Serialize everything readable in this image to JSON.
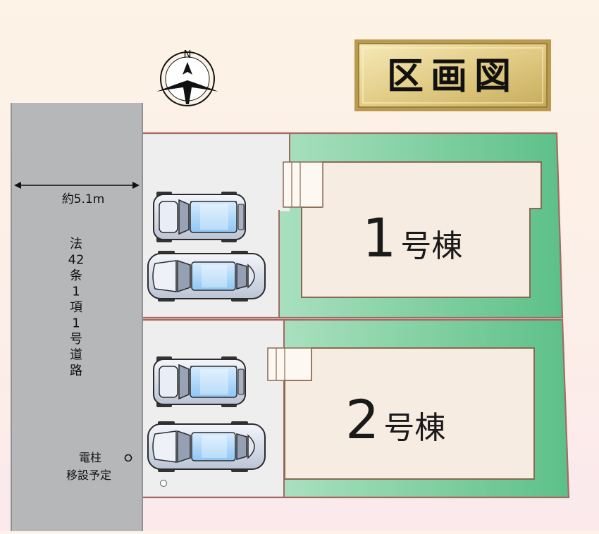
{
  "title": "区画図",
  "compass": {
    "north_label": "N"
  },
  "road": {
    "width_label": "約5.1m",
    "type_label": "法42条1項1号道路"
  },
  "utility_pole": {
    "line1": "電柱",
    "line2": "移設予定"
  },
  "lots": [
    {
      "number": "1",
      "suffix": "号棟"
    },
    {
      "number": "2",
      "suffix": "号棟"
    }
  ],
  "colors": {
    "road": "#b5b7b9",
    "parking": "#eeeeee",
    "garden": "#6fc894",
    "building": "#f6ece2",
    "lot_border": "#a36a63",
    "title_gold": "#d9c27a"
  }
}
